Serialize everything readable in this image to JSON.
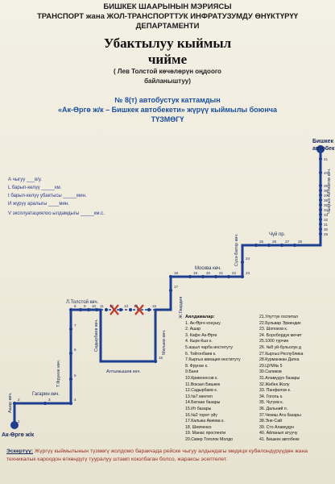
{
  "header": {
    "line1": "БИШКЕК ШААРЫНЫН МЭРИЯСЫ",
    "line2": "ТРАНСПОРТ жана ЖОЛ-ТРАНСПОРТТУК ИНФРАТУЗУМДУ ӨНҮКТҮРҮҮ",
    "line3": "ДЕПАРТАМЕНТИ"
  },
  "title": {
    "line1": "Убактылуу кыймыл",
    "line2": "чийме"
  },
  "subtitle": {
    "line1": "( Лев Толстой көчөлөрүн оңдоого",
    "line2": "байланыштуу)"
  },
  "route": {
    "line1": "№ 8(т) автобустук каттамдын",
    "line2": "«Ак-Өргө ж/к – Бишкек автобекети» жүрүү кыймылы боюнча",
    "line3": "ТҮЗМӨГҮ"
  },
  "form": {
    "f1": "А чыгуу ___в/у.",
    "f2": "L барып-келүү _____км.",
    "f3": "t барып-келүү убактысы _____мин.",
    "f4": "И жүрүү аралыгы ____мин.",
    "f5": "V эксплуатациялоо ылдамдыгы _____км.с."
  },
  "terminals": {
    "end_line1": "Бишкек",
    "end_line2": "автобек",
    "start": "Ак-Өргө ж/к"
  },
  "streets": {
    "ashar": "Ашар көч.",
    "gagarin": "Гагарин көч.",
    "frunze": "Т.Фрунзе көч.",
    "tolstoy": "Л.Толстой көч.",
    "sadyrbaev": "Садырбаев көч.",
    "altymyshev": "Алтымышев көч.",
    "matyev": "Матыев көч.",
    "gvardiya": "Ж.Гвардия",
    "moskva": "Москва көч.",
    "suhe": "Сүхэ-Батор көч.",
    "chuy": "Чүй пр.",
    "right": "Чыңгыз Айтматов көч."
  },
  "stop_numbers": [
    "1",
    "2",
    "3",
    "4",
    "5",
    "6",
    "7",
    "8",
    "9",
    "10",
    "11",
    "12",
    "13",
    "14",
    "15",
    "16",
    "17",
    "18",
    "19",
    "20",
    "21",
    "22",
    "23",
    "24",
    "25",
    "26",
    "27",
    "28",
    "29",
    "30",
    "31",
    "32",
    "33",
    "34",
    "35",
    "36",
    "37",
    "38",
    "39",
    "40",
    "41"
  ],
  "legend": {
    "title": "Аялдамалар:",
    "col1": [
      "1. Ак-Өргө конушу",
      "2. Ашар",
      "3. Кафе Ак-Өргө",
      "4. Кырк-Кыз к.",
      "5.ашыл чарба институту",
      "6. Тойгонбаев к.",
      "7.Кыргыз авиация институту",
      "8. Фрунзе к.",
      "9.Баня",
      "10.Кривоносов к.",
      "11.Вокзал Бишкек",
      "12.Садырбаев к.",
      "13.№7 мектеп",
      "14.Батаан базары",
      "15.Ит базары",
      "16.№2 торет үйү",
      "17.Калыка Акиева к.",
      "18. Шевченко",
      "19. Манас проспекти",
      "20.Сквер Тоголок Молдо"
    ],
    "col2": [
      "21.Улуттук госпитал",
      "22.Бульвар Эркиндик",
      "23. Шопоков к.",
      "24. Боробордук мечит",
      "25.1000 турчин",
      "26. №8 уй-бульолук д",
      "27.Кыргыз Республика",
      "28.Курманжан Датка",
      "29.ЦУМ№ 5",
      "30.Саликов",
      "31.Аламүдүн базары",
      "32.Жибек Жолу",
      "33. Панфилов к.",
      "34. Гоголь к.",
      "35. Чүгүев к.",
      "36. Дальний п.",
      "37.Чекиш Ата базары",
      "38.Эне-Сай",
      "39. Сто Аламүдүн",
      "40. Айланып атуучу",
      "41. Бишкек автобеке"
    ]
  },
  "note": {
    "label": "Эскертүү:",
    "text": "Жүргүү кыймылынын түзмөгү жолдомо баракчада рейске чыгуу алдындагы медици кубөлондүрүүдөн жана техникалык кароодон өткөндүгү тууралуу штамп коюлбаган болсо, жараксы эсептелет."
  },
  "colors": {
    "route": "#1e3f8f",
    "closed": "#c0392b",
    "text": "#1b2a5a"
  }
}
